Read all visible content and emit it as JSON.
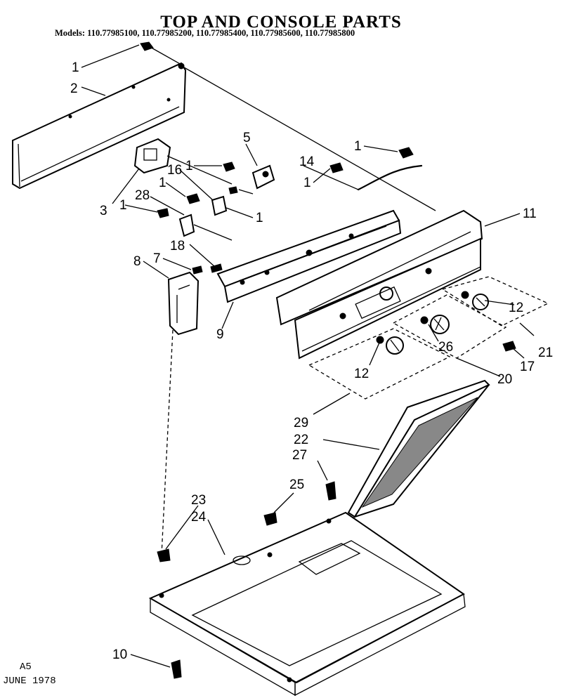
{
  "header": {
    "title": "TOP AND CONSOLE PARTS",
    "models": "Models: 110.77985100, 110.77985200, 110.77985400, 110.77985600, 110.77985800"
  },
  "footer": {
    "code": "A5",
    "date": "JUNE 1978"
  },
  "callouts": {
    "c1a": "1",
    "c2": "2",
    "c3": "3",
    "c1b": "1",
    "c28": "28",
    "c16": "16",
    "c1c": "1",
    "c1d": "1",
    "c5": "5",
    "c1e": "1",
    "c14": "14",
    "c1f": "1",
    "c11": "11",
    "c18": "18",
    "c7": "7",
    "c8": "8",
    "c9": "9",
    "c12a": "12",
    "c26": "26",
    "c21": "21",
    "c12b": "12",
    "c17": "17",
    "c20": "20",
    "c29": "29",
    "c22": "22",
    "c27": "27",
    "c25": "25",
    "c23": "23",
    "c24": "24",
    "c10": "10",
    "c1g": "1"
  }
}
